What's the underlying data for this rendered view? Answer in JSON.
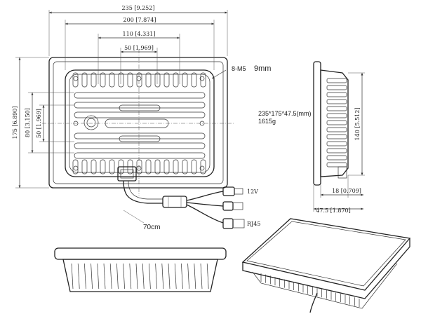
{
  "dimensions": {
    "overall_width": "235 [9.252]",
    "width_200": "200 [7.874]",
    "width_110": "110 [4.331]",
    "width_50": "50 [1.969]",
    "height_175": "175 [6.890]",
    "height_80": "80 [3.150]",
    "height_50": "50 [1.969]",
    "side_height_140": "140 [5.512]",
    "side_depth_18": "18 [0.709]",
    "side_depth_47": "47.5 [1.870]"
  },
  "labels": {
    "screw": "8-M5",
    "screw_depth": "9mm",
    "size": "235*175*47.5(mm)",
    "weight": "1615g",
    "power": "12V",
    "network": "RJ45",
    "cable_length": "70cm"
  }
}
